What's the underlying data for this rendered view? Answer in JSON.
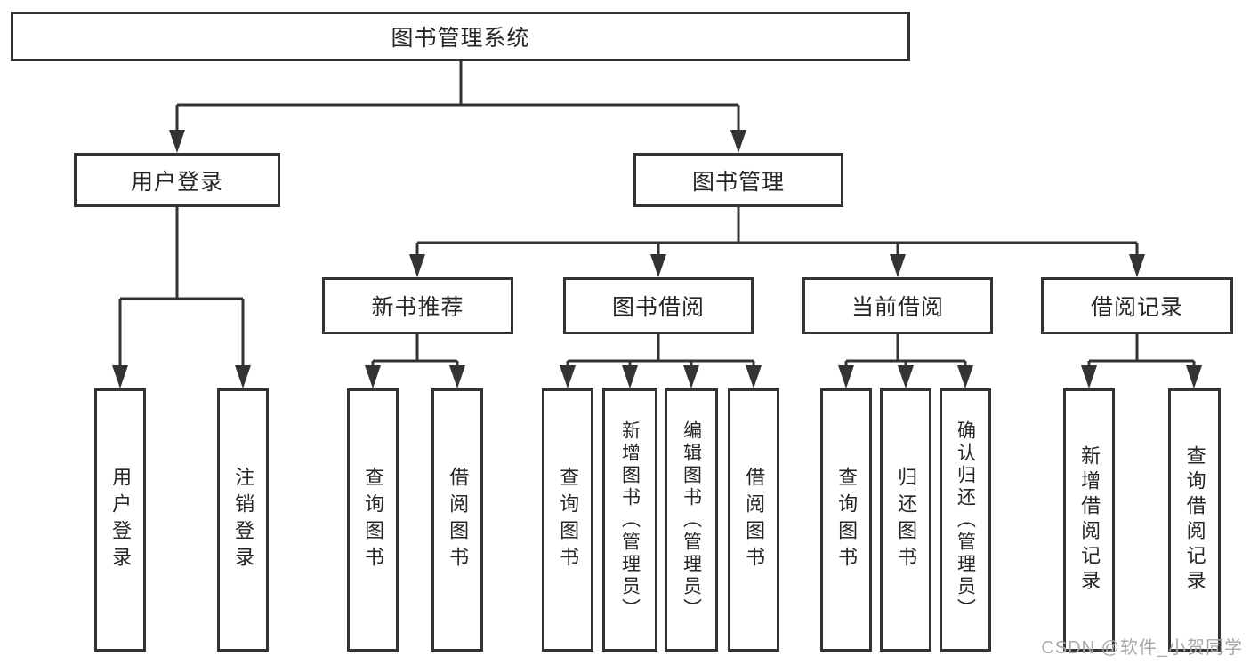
{
  "diagram": {
    "type": "functional-structure-tree",
    "colors": {
      "line": "#333333",
      "box_border": "#333333",
      "text": "#262626",
      "background": "#ffffff",
      "watermark_text": "#a9a9a9"
    },
    "tree": {
      "root": {
        "label": "图书管理系统",
        "children": [
          {
            "label": "用户登录",
            "children": [
              {
                "label": "用户登录"
              },
              {
                "label": "注销登录"
              }
            ]
          },
          {
            "label": "图书管理",
            "children": [
              {
                "label": "新书推荐",
                "children": [
                  {
                    "label": "查询图书"
                  },
                  {
                    "label": "借阅图书"
                  }
                ]
              },
              {
                "label": "图书借阅",
                "children": [
                  {
                    "label": "查询图书"
                  },
                  {
                    "label": "新增图书（管理员）"
                  },
                  {
                    "label": "编辑图书（管理员）"
                  },
                  {
                    "label": "借阅图书"
                  }
                ]
              },
              {
                "label": "当前借阅",
                "children": [
                  {
                    "label": "查询图书"
                  },
                  {
                    "label": "归还图书"
                  },
                  {
                    "label": "确认归还（管理员）"
                  }
                ]
              },
              {
                "label": "借阅记录",
                "children": [
                  {
                    "label": "新增借阅记录"
                  },
                  {
                    "label": "查询借阅记录"
                  }
                ]
              }
            ]
          }
        ]
      }
    },
    "watermark": "CSDN @软件_小贺同学"
  }
}
